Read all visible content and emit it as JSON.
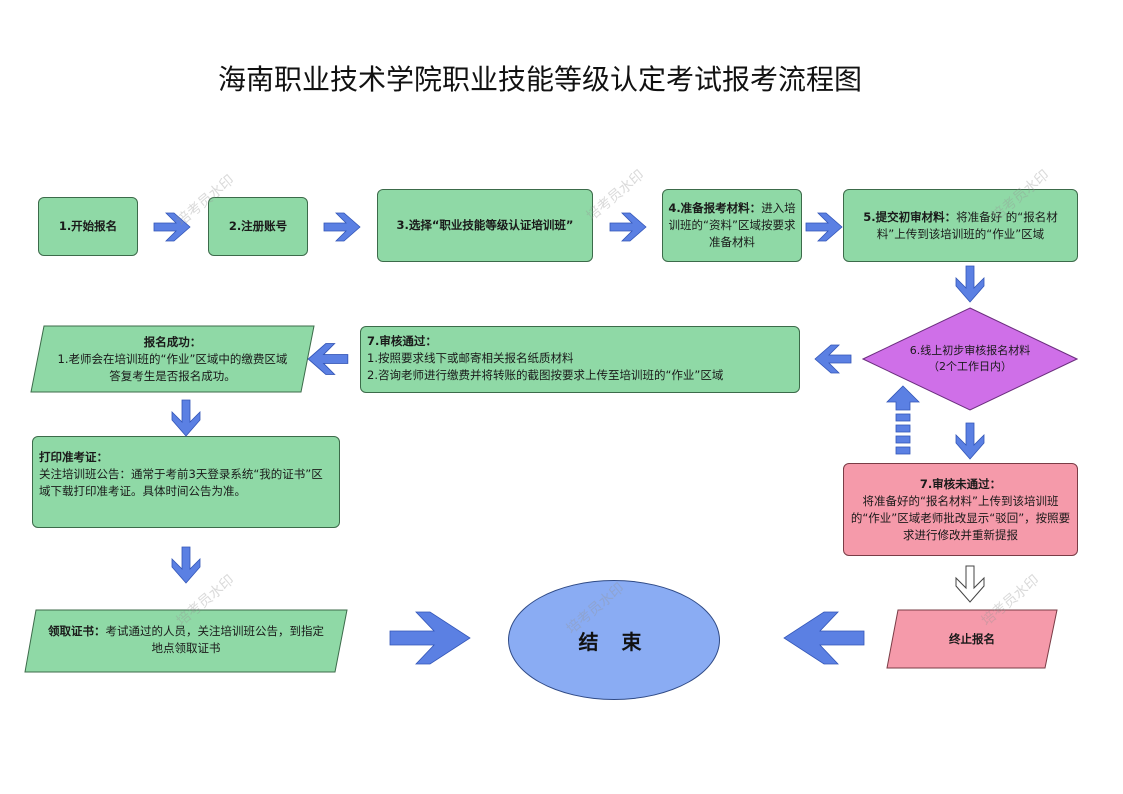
{
  "title": "海南职业技术学院职业技能等级认定考试报考流程图",
  "step1": "1.开始报名",
  "step2": "2.注册账号",
  "step3": "3.选择“职业技能等级认证培训班”",
  "step4": {
    "bold": "4.准备报考材料：",
    "text": "进入培训班的“资料”区域按要求准备材料"
  },
  "step5": {
    "bold": "5.提交初审材料：",
    "text": "将准备好 的“报名材料”上传到该培训班的“作业”区域"
  },
  "step6": {
    "line1": "6.线上初步审核报名材料",
    "line2": "（2个工作日内）"
  },
  "step7_pass": {
    "bold": "7.审核通过：",
    "line1": "1.按照要求线下或邮寄相关报名纸质材料",
    "line2": "2.咨询老师进行缴费并将转账的截图按要求上传至培训班的“作业”区域"
  },
  "success": {
    "bold": "报名成功：",
    "text": "1.老师会在培训班的“作业”区域中的缴费区域答复考生是否报名成功。"
  },
  "admit": {
    "bold": "打印准考证：",
    "text": "关注培训班公告：通常于考前3天登录系统“我的证书”区域下载打印准考证。具体时间公告为准。"
  },
  "cert": {
    "bold": "领取证书：",
    "text": "考试通过的人员，关注培训班公告，到指定地点领取证书"
  },
  "end": "结 束",
  "step7_fail": {
    "bold": "7.审核未通过：",
    "text": "将准备好的“报名材料”上传到该培训班的“作业”区域老师批改显示“驳回”，按照要求进行修改并重新提报"
  },
  "terminate": "终止报名",
  "watermark": "培考员水印",
  "colors": {
    "green": "#8fd9a6",
    "pink": "#f59aaa",
    "purple": "#cf6fe8",
    "blue_ellipse": "#8aacf3",
    "arrow": "#5b80e3"
  }
}
